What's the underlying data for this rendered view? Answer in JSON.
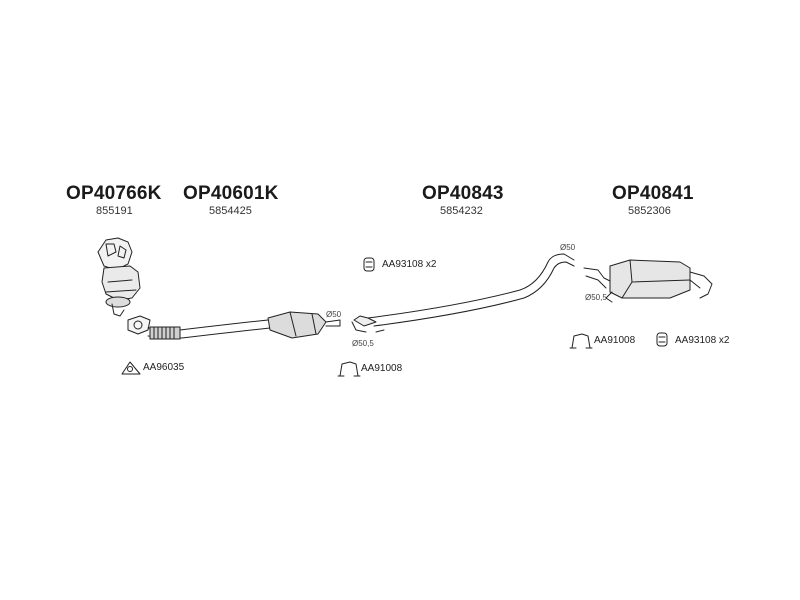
{
  "parts": [
    {
      "code": "OP40766K",
      "oe": "855191"
    },
    {
      "code": "OP40601K",
      "oe": "5854425"
    },
    {
      "code": "OP40843",
      "oe": "5854232"
    },
    {
      "code": "OP40841",
      "oe": "5852306"
    }
  ],
  "accessories": {
    "clamp_front": "AA93108 x2",
    "gasket_front": "AA96035",
    "clamp_mid": "AA91008",
    "clamp_rear": "AA91008",
    "clamp_rear_2": "AA93108 x2"
  },
  "dimensions": {
    "d50_cat": "Ø50",
    "d50_5_mid": "Ø50,5",
    "d50_pipe_end": "Ø50",
    "d50_5_rear": "Ø50,5"
  }
}
